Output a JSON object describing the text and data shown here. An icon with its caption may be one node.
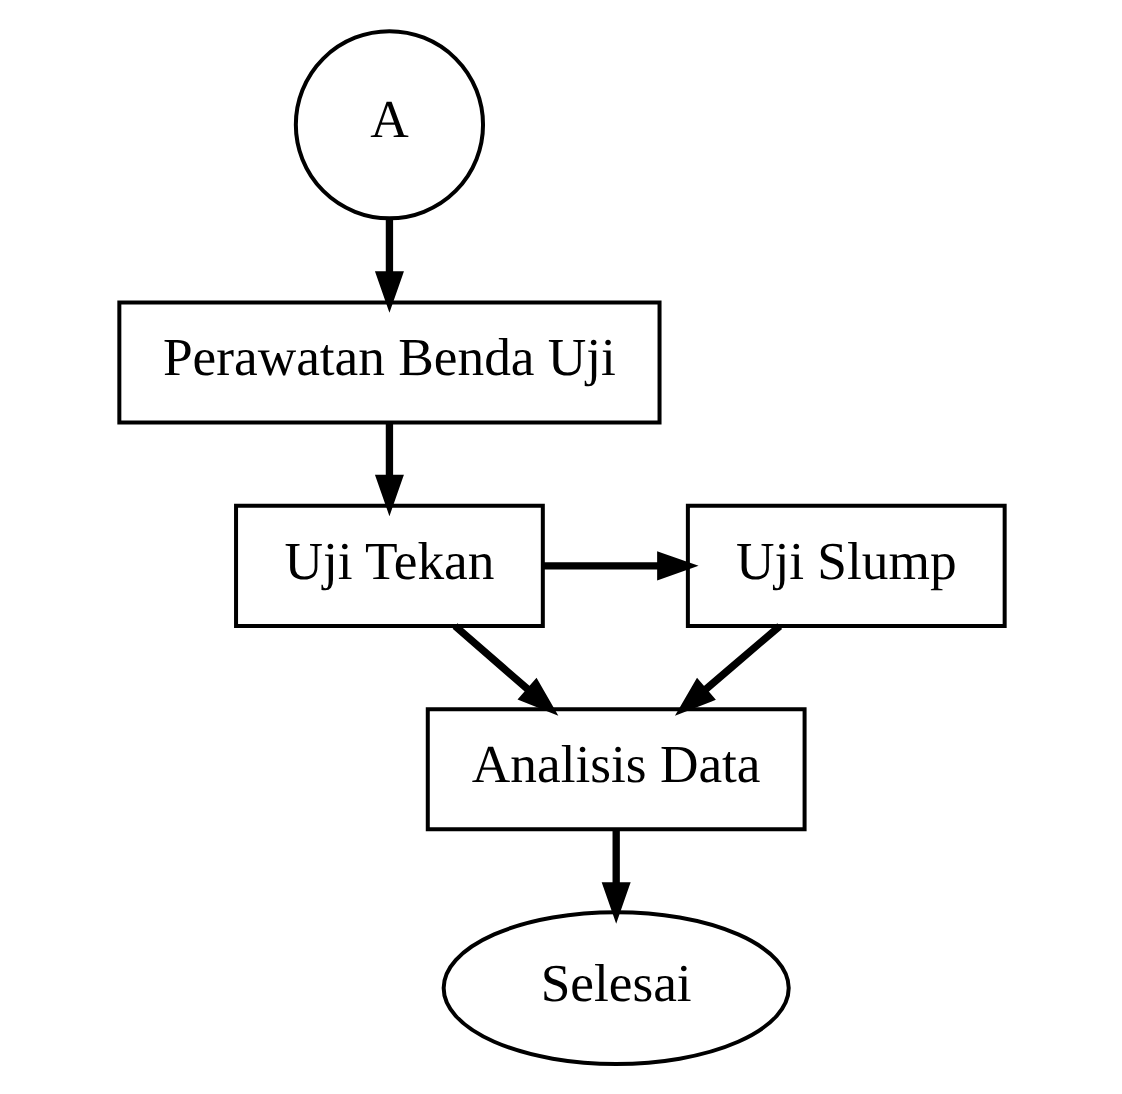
{
  "diagram": {
    "nodes": [
      {
        "text": [
          "A"
        ]
      },
      {
        "text": [
          "Perawatan Benda Uji"
        ]
      },
      {
        "text": [
          "Uji Tekan"
        ]
      },
      {
        "text": [
          "Uji Slump"
        ]
      },
      {
        "text": [
          "Analisis Data"
        ]
      },
      {
        "text": [
          "Selesai"
        ]
      }
    ],
    "edges": [
      {
        "from": 0,
        "to": 1,
        "arrow": "to"
      },
      {
        "from": 1,
        "to": 2,
        "arrow": "to"
      },
      {
        "from": 2,
        "to": 3,
        "arrow": "to"
      },
      {
        "from": 2,
        "to": 4,
        "arrow": "to"
      },
      {
        "from": 3,
        "to": 4,
        "arrow": "to"
      },
      {
        "from": 4,
        "to": 5,
        "arrow": "to"
      }
    ]
  }
}
